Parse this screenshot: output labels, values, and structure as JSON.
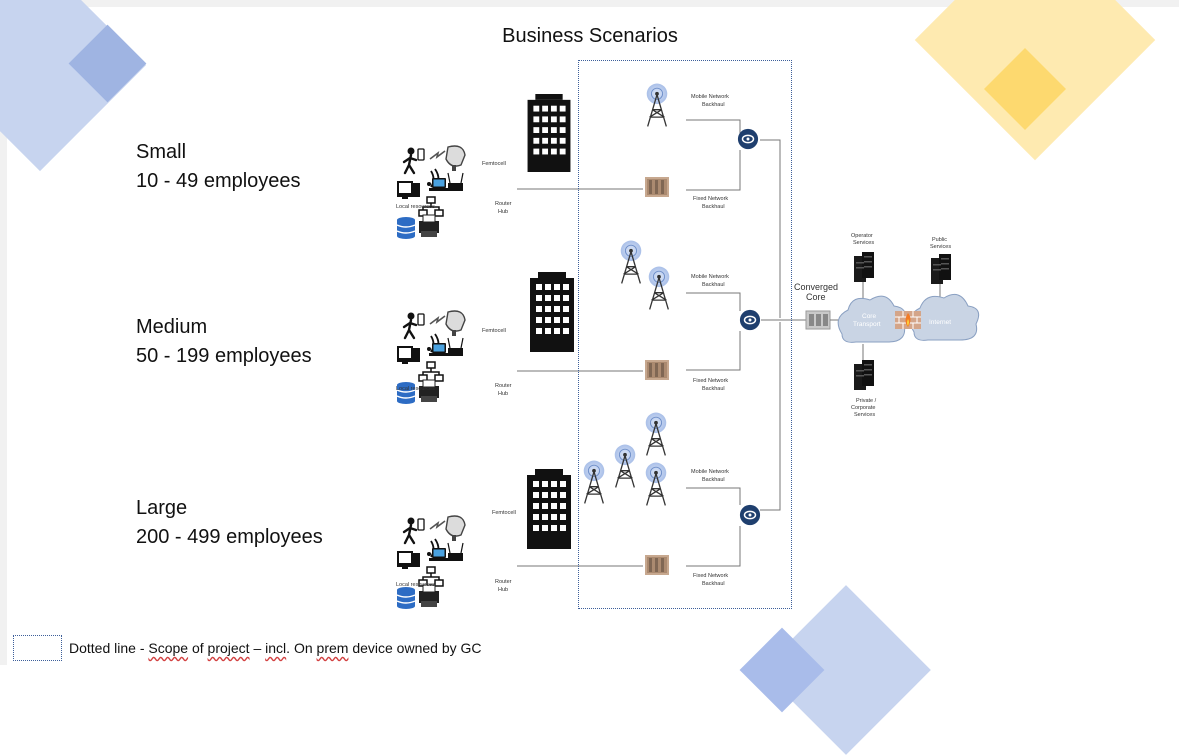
{
  "title": "Business Scenarios",
  "scenarios": [
    {
      "name": "Small",
      "size": "10 - 49 employees"
    },
    {
      "name": "Medium",
      "size": "50 - 199 employees"
    },
    {
      "name": "Large",
      "size": "200 - 499 employees"
    }
  ],
  "labels": {
    "femtocell": "Femtocell",
    "router_hub_1": "Router",
    "router_hub_2": "Hub",
    "local_resources": "Local resources",
    "mobile_backhaul_1": "Mobile Network",
    "mobile_backhaul_2": "Backhaul",
    "fixed_backhaul_1": "Fixed Network",
    "fixed_backhaul_2": "Backhaul",
    "converged_core_1": "Converged",
    "converged_core_2": "Core",
    "core_transport_1": "Core",
    "core_transport_2": "Transport",
    "internet": "Internet",
    "operator_services_1": "Operator",
    "operator_services_2": "Services",
    "public_services_1": "Public",
    "public_services_2": "Services",
    "private_services_1": "Private /",
    "private_services_2": "Corporate",
    "private_services_3": "Services"
  },
  "legend": {
    "prefix": "Dotted line - ",
    "scope": "Scope",
    "of": " of ",
    "project": "project",
    "dash": " – ",
    "incl": "incl",
    "on": ". On ",
    "prem": "prem",
    "rest": " device owned by GC"
  },
  "colors": {
    "scope_border": "#3d5f9a",
    "deco_blue": "#b6c6e8",
    "deco_blue_dark": "#8fa6da",
    "deco_yellow": "#fde59a",
    "deco_yellow_dark": "#fcd56b",
    "cloud": "#c9d4e4",
    "tower_glow": "#a9bfe8",
    "switch": "#1f3f6e"
  }
}
